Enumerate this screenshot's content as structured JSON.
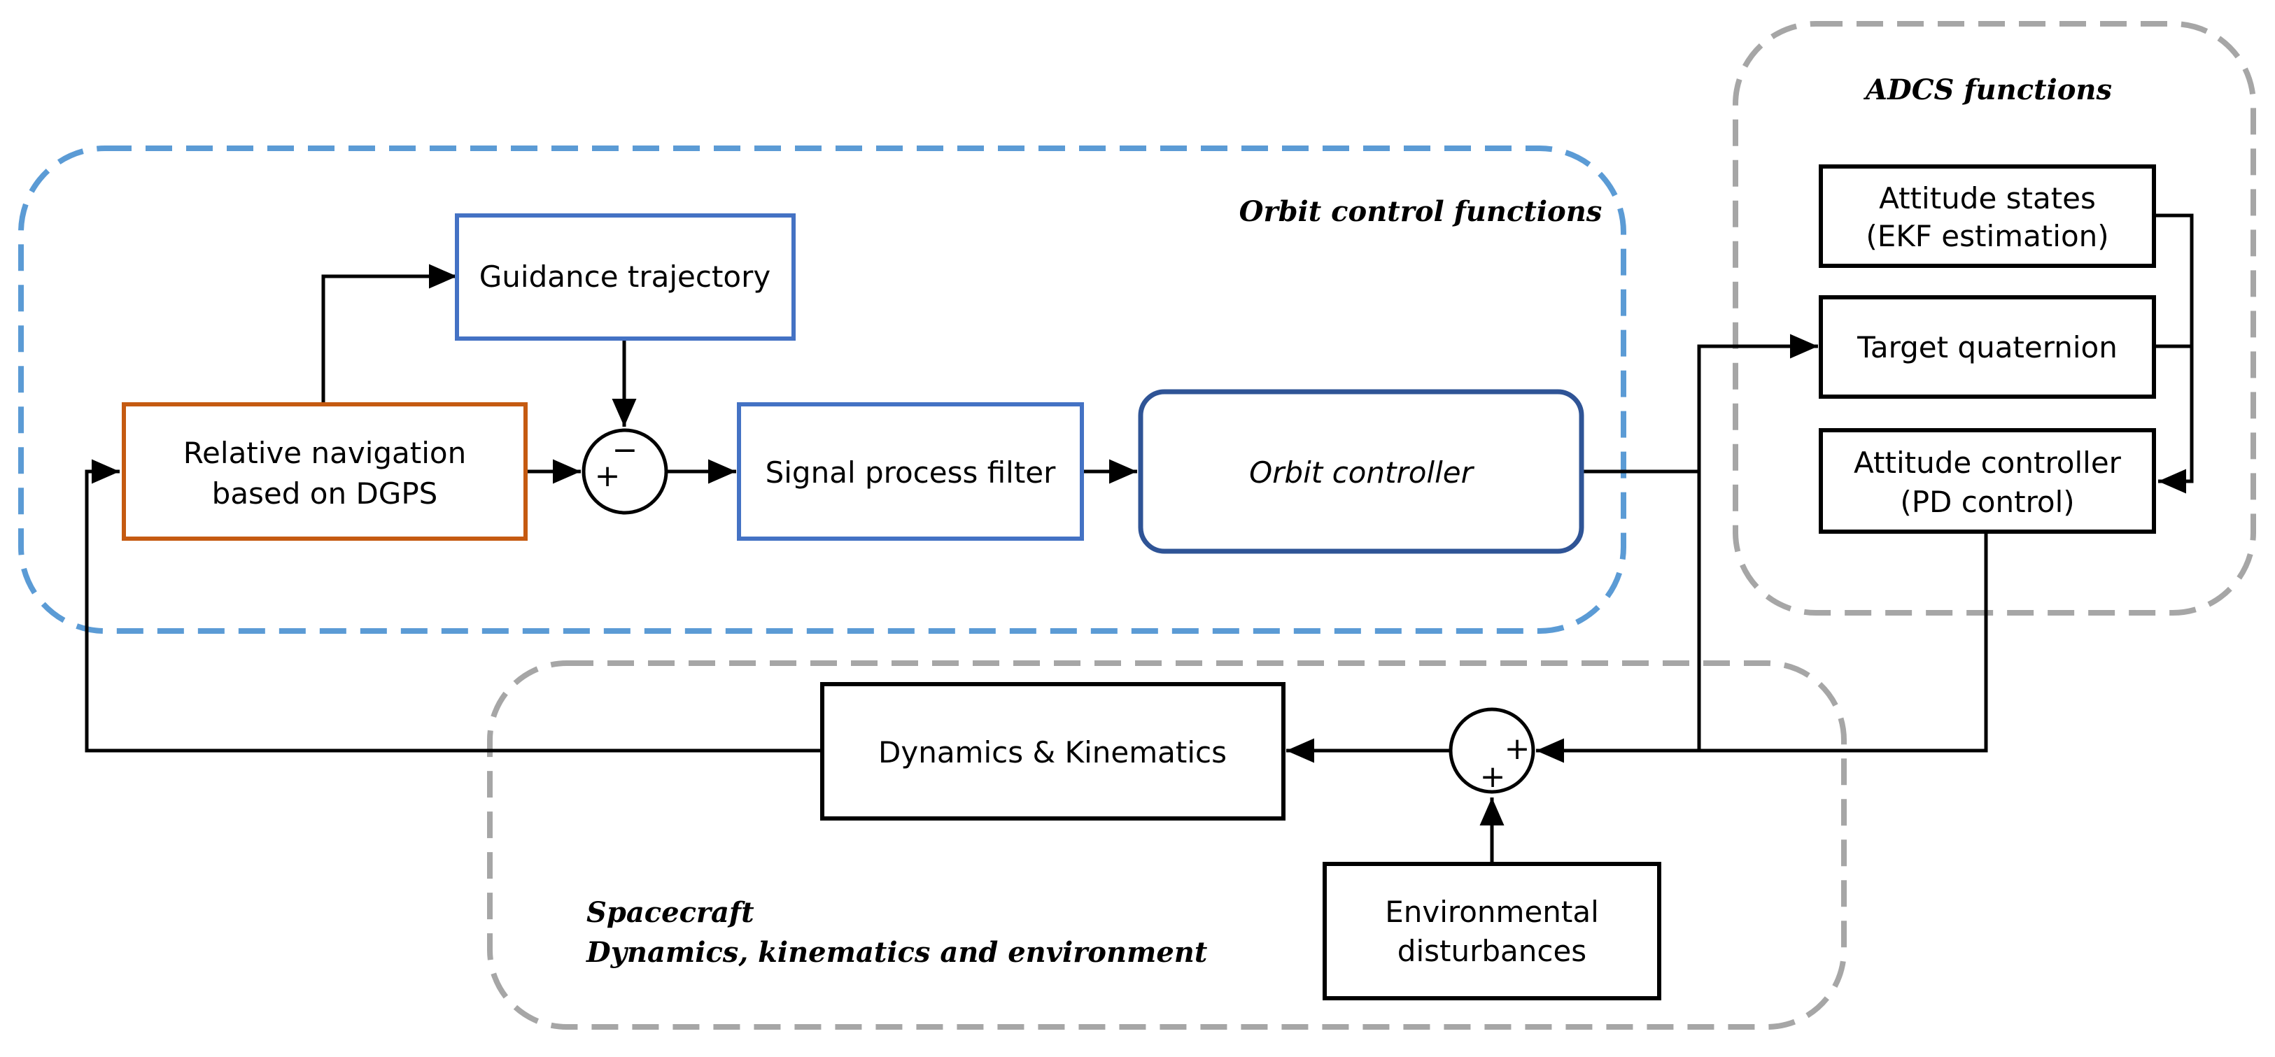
{
  "groups": {
    "orbit": {
      "title": "Orbit control functions",
      "color": "#5b9bd5"
    },
    "adcs": {
      "title": "ADCS functions",
      "color": "#a6a6a6"
    },
    "spacecraft": {
      "title_line1": "Spacecraft",
      "title_line2": "Dynamics, kinematics and environment",
      "color": "#a6a6a6"
    }
  },
  "blocks": {
    "relative_navigation": {
      "line1": "Relative navigation",
      "line2": "based on DGPS",
      "color": "#c55a11"
    },
    "guidance_trajectory": {
      "label": "Guidance trajectory",
      "color": "#4472c4"
    },
    "signal_process_filter": {
      "label": "Signal process filter",
      "color": "#4472c4"
    },
    "orbit_controller": {
      "label": "Orbit controller",
      "color": "#2f5496"
    },
    "attitude_states": {
      "line1": "Attitude states",
      "line2": "(EKF estimation)"
    },
    "target_quaternion": {
      "label": "Target quaternion"
    },
    "attitude_controller": {
      "line1": "Attitude controller",
      "line2": "(PD control)"
    },
    "dynamics_kinematics": {
      "label": "Dynamics & Kinematics"
    },
    "environmental_disturbances": {
      "line1": "Environmental",
      "line2": "disturbances"
    }
  },
  "summing_junctions": {
    "error_sum": {
      "minus_sign": "−",
      "plus_sign": "+"
    },
    "disturbance_sum": {
      "plus_right": "+",
      "plus_bottom": "+"
    }
  }
}
